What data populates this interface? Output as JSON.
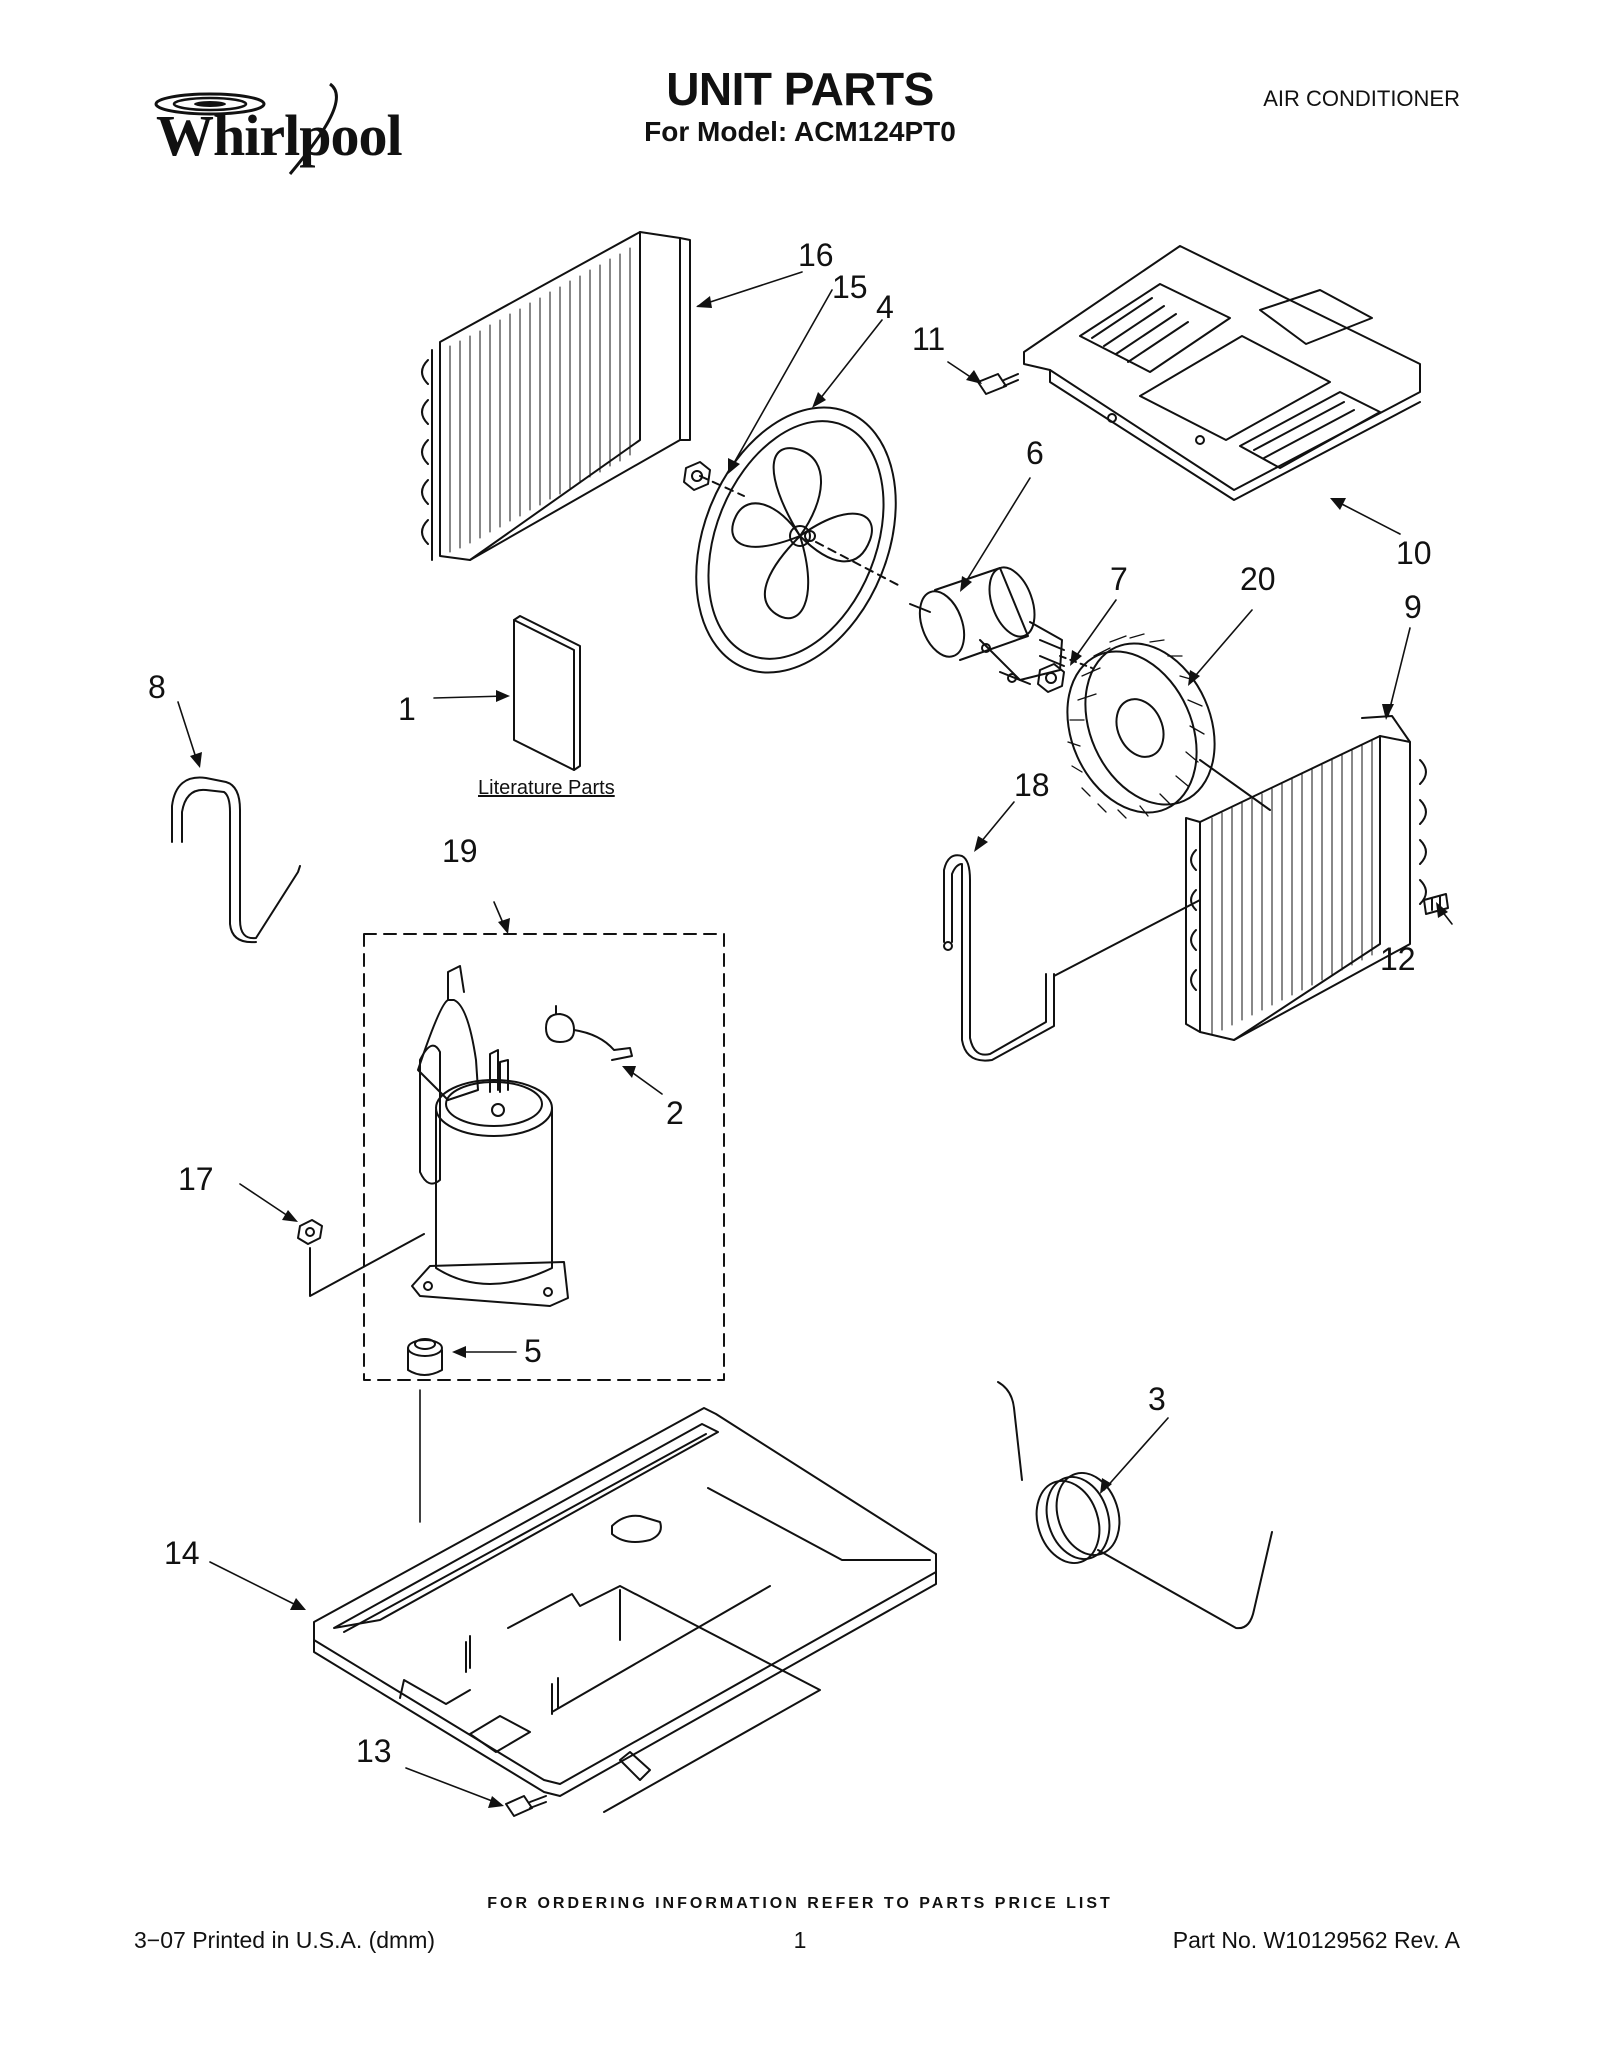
{
  "header": {
    "brand": "Whirlpool",
    "title": "UNIT PARTS",
    "subtitle": "For Model: ACM124PT0",
    "doc_type": "AIR CONDITIONER"
  },
  "diagram": {
    "callouts": [
      "1",
      "2",
      "3",
      "4",
      "5",
      "6",
      "7",
      "8",
      "9",
      "10",
      "11",
      "12",
      "13",
      "14",
      "15",
      "16",
      "17",
      "18",
      "19",
      "20"
    ],
    "literature_label": "Literature Parts"
  },
  "footer": {
    "note": "FOR ORDERING INFORMATION REFER TO PARTS PRICE LIST",
    "printed": "3−07 Printed in U.S.A. (dmm)",
    "page": "1",
    "part_no": "Part No. W10129562 Rev. A"
  }
}
